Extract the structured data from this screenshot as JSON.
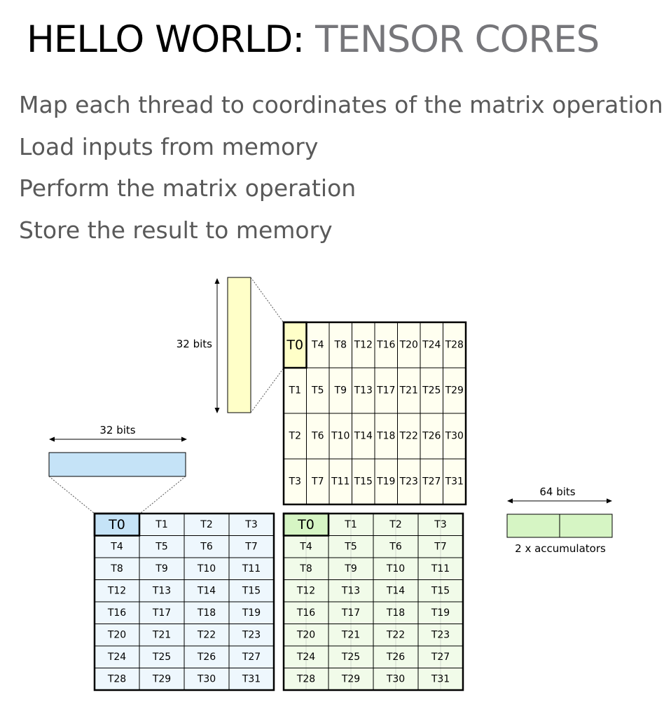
{
  "title": {
    "prefix": "HELLO WORLD:",
    "suffix": "TENSOR CORES"
  },
  "bullets": [
    "Map each thread to coordinates of the matrix operation",
    "Load inputs from memory",
    "Perform the matrix operation",
    "Store the result to memory"
  ],
  "diagram": {
    "b_fragment": {
      "label": "32 bits",
      "color": "#ffffc8"
    },
    "a_fragment": {
      "label": "32 bits",
      "color": "#c5e3f7"
    },
    "accumulator": {
      "label": "64 bits",
      "caption": "2 x accumulators",
      "color": "#d6f5c4"
    },
    "matrix_b": {
      "rows": [
        [
          "T0",
          "T4",
          "T8",
          "T12",
          "T16",
          "T20",
          "T24",
          "T28"
        ],
        [
          "T1",
          "T5",
          "T9",
          "T13",
          "T17",
          "T21",
          "T25",
          "T29"
        ],
        [
          "T2",
          "T6",
          "T10",
          "T14",
          "T18",
          "T22",
          "T26",
          "T30"
        ],
        [
          "T3",
          "T7",
          "T11",
          "T15",
          "T19",
          "T23",
          "T27",
          "T31"
        ]
      ],
      "fill": "#fffff0",
      "highlight_fill": "#ffffc8"
    },
    "matrix_a": {
      "rows": [
        [
          "T0",
          "T1",
          "T2",
          "T3"
        ],
        [
          "T4",
          "T5",
          "T6",
          "T7"
        ],
        [
          "T8",
          "T9",
          "T10",
          "T11"
        ],
        [
          "T12",
          "T13",
          "T14",
          "T15"
        ],
        [
          "T16",
          "T17",
          "T18",
          "T19"
        ],
        [
          "T20",
          "T21",
          "T22",
          "T23"
        ],
        [
          "T24",
          "T25",
          "T26",
          "T27"
        ],
        [
          "T28",
          "T29",
          "T30",
          "T31"
        ]
      ],
      "fill": "#eef7fd",
      "highlight_fill": "#c5e3f7"
    },
    "matrix_c": {
      "rows": [
        [
          "T0",
          "T1",
          "T2",
          "T3"
        ],
        [
          "T4",
          "T5",
          "T6",
          "T7"
        ],
        [
          "T8",
          "T9",
          "T10",
          "T11"
        ],
        [
          "T12",
          "T13",
          "T14",
          "T15"
        ],
        [
          "T16",
          "T17",
          "T18",
          "T19"
        ],
        [
          "T20",
          "T21",
          "T22",
          "T23"
        ],
        [
          "T24",
          "T25",
          "T26",
          "T27"
        ],
        [
          "T28",
          "T29",
          "T30",
          "T31"
        ]
      ],
      "fill": "#f1fbe9",
      "highlight_fill": "#d6f5c4"
    }
  }
}
